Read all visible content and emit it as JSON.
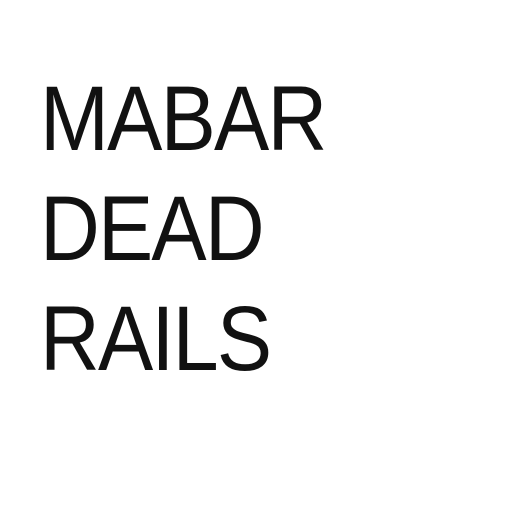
{
  "title": {
    "lines": [
      "MABAR",
      "DEAD",
      "RAILS"
    ]
  },
  "colors": {
    "background": "#ffffff",
    "text": "#111111"
  }
}
